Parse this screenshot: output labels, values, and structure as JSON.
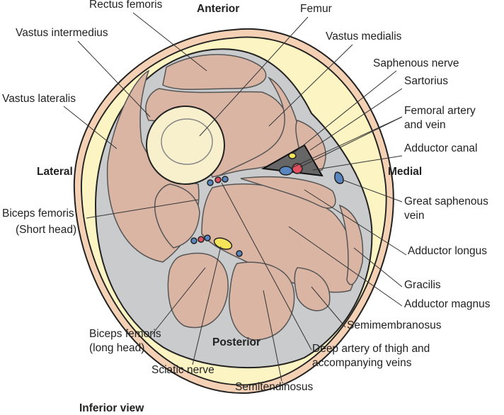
{
  "labels": {
    "rectus_femoris": "Rectus femoris",
    "anterior": "Anterior",
    "femur": "Femur",
    "vastus_intermedius": "Vastus intermedius",
    "vastus_medialis": "Vastus medialis",
    "saphenous_nerve": "Saphenous nerve",
    "sartorius": "Sartorius",
    "vastus_lateralis": "Vastus lateralis",
    "femoral_artery_1": "Femoral artery",
    "femoral_artery_2": "and vein",
    "adductor_canal": "Adductor canal",
    "lateral": "Lateral",
    "medial": "Medial",
    "great_saphenous_1": "Great saphenous",
    "great_saphenous_2": "vein",
    "biceps_short_1": "Biceps femoris",
    "biceps_short_2": "(Short head)",
    "adductor_longus": "Adductor longus",
    "gracilis": "Gracilis",
    "adductor_magnus": "Adductor magnus",
    "semimembranosus": "Semimembranosus",
    "biceps_long_1": "Biceps femoris",
    "biceps_long_2": "(long head)",
    "posterior": "Posterior",
    "deep_artery_1": "Deep artery of thigh and",
    "deep_artery_2": "accompanying veins",
    "sciatic_nerve": "Sciatic nerve",
    "semitendinosus": "Semitendinosus",
    "inferior_view": "Inferior view"
  },
  "colors": {
    "muscle": "#dbb5a4",
    "fascia": "#c9cbcc",
    "fat": "#fcf4c2",
    "skin": "#f4d1b4",
    "bone": "#f8efcd",
    "artery": "#e05060",
    "vein": "#5a86c0",
    "nerve": "#f4e45a"
  }
}
